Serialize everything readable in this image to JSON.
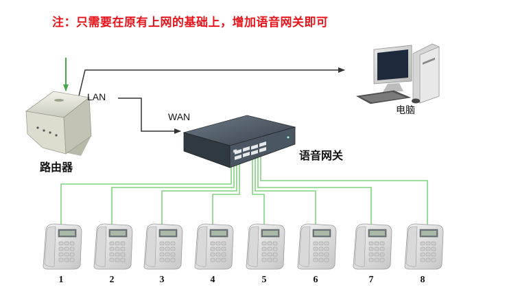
{
  "note": "注：只需要在原有上网的基础上，增加语音网关即可",
  "labels": {
    "lan": "LAN",
    "wan": "WAN",
    "computer": "电脑",
    "router": "路由器",
    "gateway": "语音网关"
  },
  "phones": [
    "1",
    "2",
    "3",
    "4",
    "5",
    "6",
    "7",
    "8"
  ],
  "colors": {
    "note": "#e8141b",
    "cable": "#7fd37f",
    "arrow": "#333333"
  },
  "icons": [
    "router-icon",
    "voice-gateway-icon",
    "computer-icon",
    "telephone-icon"
  ]
}
